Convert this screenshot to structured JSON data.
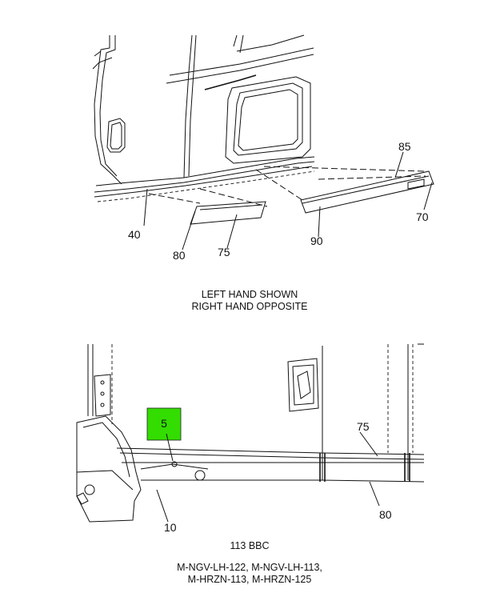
{
  "top_view": {
    "callouts": {
      "c85": "85",
      "c70": "70",
      "c40": "40",
      "c80": "80",
      "c75": "75",
      "c90": "90"
    },
    "caption_line1": "LEFT HAND SHOWN",
    "caption_line2": "RIGHT HAND OPPOSITE"
  },
  "bottom_view": {
    "callouts": {
      "c5": "5",
      "c75": "75",
      "c80": "80",
      "c10": "10"
    },
    "highlight_color": "#33dd00",
    "model": "113 BBC",
    "codes_line1": "M-NGV-LH-122, M-NGV-LH-113,",
    "codes_line2": "M-HRZN-113, M-HRZN-125"
  }
}
